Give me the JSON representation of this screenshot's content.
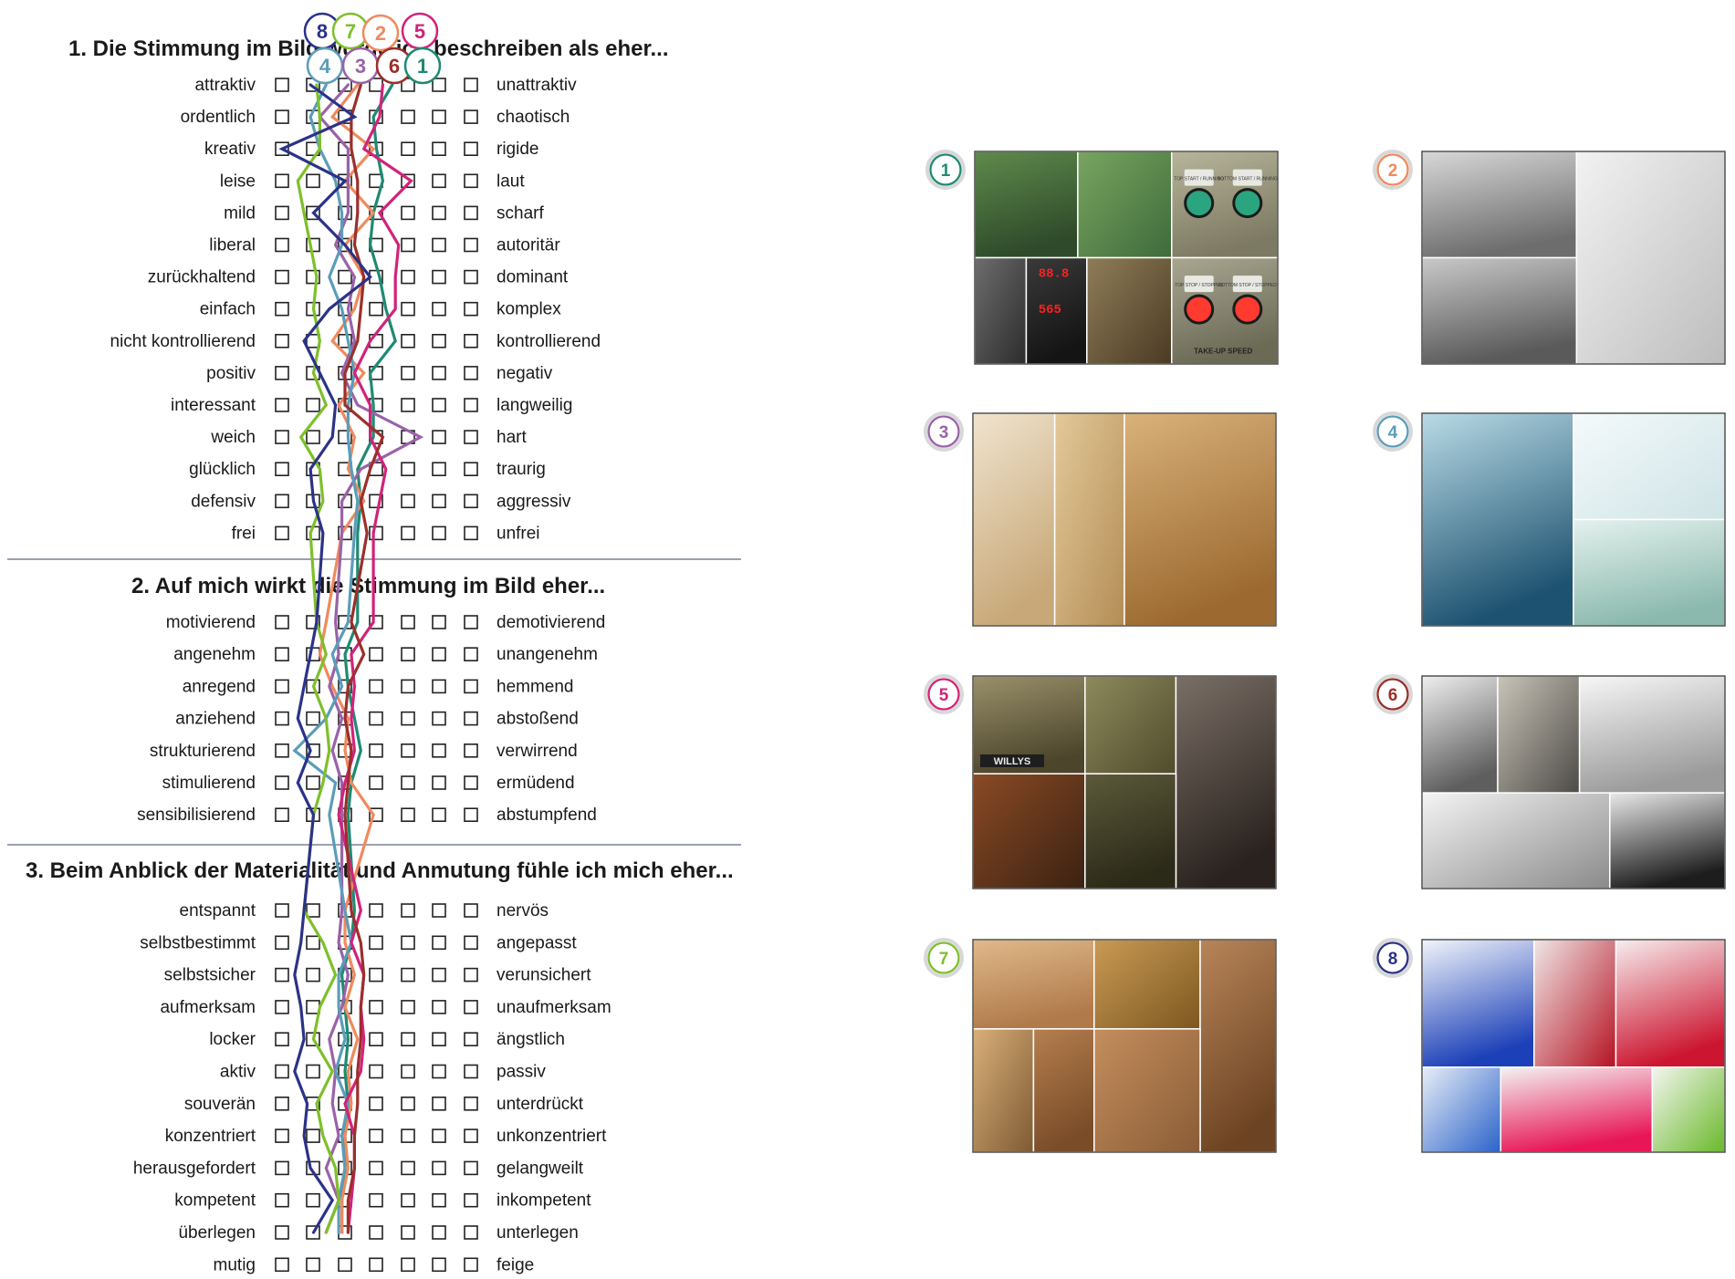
{
  "sections": [
    {
      "title": "1. Die Stimmung im Bild würde ich beschreiben als eher...",
      "rows": [
        {
          "left": "attraktiv",
          "right": "unattraktiv"
        },
        {
          "left": "ordentlich",
          "right": "chaotisch"
        },
        {
          "left": "kreativ",
          "right": "rigide"
        },
        {
          "left": "leise",
          "right": "laut"
        },
        {
          "left": "mild",
          "right": "scharf"
        },
        {
          "left": "liberal",
          "right": "autoritär"
        },
        {
          "left": "zurückhaltend",
          "right": "dominant"
        },
        {
          "left": "einfach",
          "right": "komplex"
        },
        {
          "left": "nicht kontrollierend",
          "right": "kontrollierend"
        },
        {
          "left": "positiv",
          "right": "negativ"
        },
        {
          "left": "interessant",
          "right": "langweilig"
        },
        {
          "left": "weich",
          "right": "hart"
        },
        {
          "left": "glücklich",
          "right": "traurig"
        },
        {
          "left": "defensiv",
          "right": "aggressiv"
        },
        {
          "left": "frei",
          "right": "unfrei"
        }
      ]
    },
    {
      "title": "2. Auf mich wirkt die Stimmung im Bild eher...",
      "rows": [
        {
          "left": "motivierend",
          "right": "demotivierend"
        },
        {
          "left": "angenehm",
          "right": "unangenehm"
        },
        {
          "left": "anregend",
          "right": "hemmend"
        },
        {
          "left": "anziehend",
          "right": "abstoßend"
        },
        {
          "left": "strukturierend",
          "right": "verwirrend"
        },
        {
          "left": "stimulierend",
          "right": "ermüdend"
        },
        {
          "left": "sensibilisierend",
          "right": "abstumpfend"
        }
      ]
    },
    {
      "title": "3. Beim Anblick der Materialität und Anmutung fühle ich mich eher...",
      "rows": [
        {
          "left": "entspannt",
          "right": "nervös"
        },
        {
          "left": "selbstbestimmt",
          "right": "angepasst"
        },
        {
          "left": "selbstsicher",
          "right": "verunsichert"
        },
        {
          "left": "aufmerksam",
          "right": "unaufmerksam"
        },
        {
          "left": "locker",
          "right": "ängstlich"
        },
        {
          "left": "aktiv",
          "right": "passiv"
        },
        {
          "left": "souverän",
          "right": "unterdrückt"
        },
        {
          "left": "konzentriert",
          "right": "unkonzentriert"
        },
        {
          "left": "herausgefordert",
          "right": "gelangweilt"
        },
        {
          "left": "kompetent",
          "right": "inkompetent"
        },
        {
          "left": "überlegen",
          "right": "unterlegen"
        },
        {
          "left": "mutig",
          "right": "feige"
        }
      ]
    }
  ],
  "scale_points": 7,
  "profiles": [
    {
      "id": "1",
      "color": "#1f8a73",
      "values": [
        4.5,
        3.9,
        4.0,
        4.2,
        3.9,
        3.8,
        4.1,
        4.3,
        4.6,
        3.8,
        3.9,
        3.9,
        3.4,
        3.5,
        3.4,
        3.4,
        3.0,
        3.1,
        3.3,
        3.5,
        3.2,
        3.1,
        3.3,
        3.2,
        2.9,
        3.0,
        3.1,
        3.0,
        3.1,
        3.0,
        3.0,
        2.9,
        2.9
      ]
    },
    {
      "id": "2",
      "color": "#ef8a5e",
      "values": [
        3.4,
        2.6,
        3.9,
        3.0,
        3.9,
        3.0,
        3.6,
        3.3,
        2.6,
        3.6,
        2.8,
        3.3,
        3.1,
        3.6,
        2.9,
        2.4,
        2.2,
        2.6,
        3.1,
        3.0,
        3.2,
        3.9,
        3.0,
        3.0,
        3.3,
        3.0,
        3.4,
        3.1,
        3.2,
        3.0,
        3.1,
        2.9,
        2.9
      ]
    },
    {
      "id": "3",
      "color": "#9a62a8",
      "values": [
        3.1,
        2.2,
        3.1,
        3.1,
        3.1,
        2.7,
        3.3,
        3.1,
        3.3,
        2.9,
        3.4,
        5.4,
        3.5,
        2.9,
        2.9,
        2.7,
        2.8,
        2.5,
        2.9,
        2.6,
        2.9,
        2.9,
        2.9,
        2.8,
        3.1,
        2.9,
        2.5,
        2.7,
        2.6,
        2.8,
        2.4,
        2.8,
        2.4
      ]
    },
    {
      "id": "4",
      "color": "#5b9db9",
      "values": [
        2.4,
        1.9,
        2.2,
        2.7,
        2.9,
        2.9,
        2.5,
        2.9,
        3.1,
        3.3,
        3.1,
        3.1,
        3.2,
        3.4,
        3.3,
        3.1,
        2.6,
        2.9,
        2.4,
        1.4,
        2.7,
        2.5,
        3.0,
        3.2,
        2.8,
        2.8,
        3.0,
        2.7,
        3.1,
        2.9,
        3.0,
        2.8,
        2.8
      ]
    },
    {
      "id": "5",
      "color": "#d1237a",
      "values": [
        4.2,
        4.1,
        3.6,
        5.1,
        4.1,
        4.7,
        4.6,
        4.6,
        3.8,
        3.3,
        3.8,
        3.8,
        4.3,
        4.1,
        3.9,
        3.9,
        3.2,
        3.3,
        3.2,
        3.3,
        3.0,
        2.8,
        3.5,
        3.2,
        3.6,
        3.5,
        3.6,
        3.5,
        3.0,
        3.3,
        3.3,
        3.2,
        3.1
      ]
    },
    {
      "id": "6",
      "color": "#9b2f2b",
      "values": [
        3.5,
        3.2,
        3.2,
        3.4,
        3.4,
        3.3,
        3.6,
        3.5,
        3.4,
        3.0,
        3.0,
        4.2,
        3.8,
        3.5,
        3.7,
        3.2,
        3.6,
        3.1,
        3.0,
        3.2,
        3.1,
        3.0,
        3.2,
        3.5,
        3.6,
        3.5,
        3.5,
        3.4,
        3.4,
        3.3,
        3.3,
        3.1,
        3.1
      ]
    },
    {
      "id": "7",
      "color": "#7ebf2b",
      "values": [
        2.1,
        2.2,
        2.2,
        1.5,
        1.7,
        1.9,
        2.1,
        2.0,
        2.2,
        2.0,
        2.4,
        1.6,
        2.2,
        2.3,
        1.9,
        2.1,
        2.4,
        2.0,
        2.4,
        2.5,
        2.3,
        2.0,
        1.7,
        2.3,
        2.7,
        2.2,
        2.0,
        2.6,
        2.1,
        2.3,
        2.7,
        2.8,
        2.4
      ]
    },
    {
      "id": "8",
      "color": "#2b3288",
      "values": [
        1.9,
        3.3,
        1.0,
        3.0,
        2.0,
        3.0,
        3.8,
        2.5,
        1.7,
        2.2,
        2.7,
        2.6,
        1.9,
        2.0,
        2.3,
        2.1,
        1.9,
        1.7,
        1.5,
        1.9,
        1.5,
        2.0,
        1.7,
        1.6,
        1.4,
        1.6,
        1.7,
        1.4,
        1.8,
        1.7,
        1.9,
        2.6,
        2.0
      ]
    }
  ],
  "header_badges": [
    "8",
    "7",
    "2",
    "5",
    "4",
    "3",
    "6",
    "1"
  ],
  "materials": [
    {
      "id": "1",
      "color": "#1f8a73",
      "labels": [
        "TOP START / RUNNING",
        "BOTTOM START / RUNNING",
        "TOP STOP / STOPPED",
        "BOTTOM STOP / STOPPED",
        "TAKE-UP SPEED",
        "88.8",
        "565"
      ]
    },
    {
      "id": "2",
      "color": "#ef8a5e",
      "labels": []
    },
    {
      "id": "3",
      "color": "#9a62a8",
      "labels": []
    },
    {
      "id": "4",
      "color": "#5b9db9",
      "labels": []
    },
    {
      "id": "5",
      "color": "#d1237a",
      "labels": [
        "WILLYS"
      ]
    },
    {
      "id": "6",
      "color": "#9b2f2b",
      "labels": []
    },
    {
      "id": "7",
      "color": "#7ebf2b",
      "labels": []
    },
    {
      "id": "8",
      "color": "#2b3288",
      "labels": []
    }
  ]
}
